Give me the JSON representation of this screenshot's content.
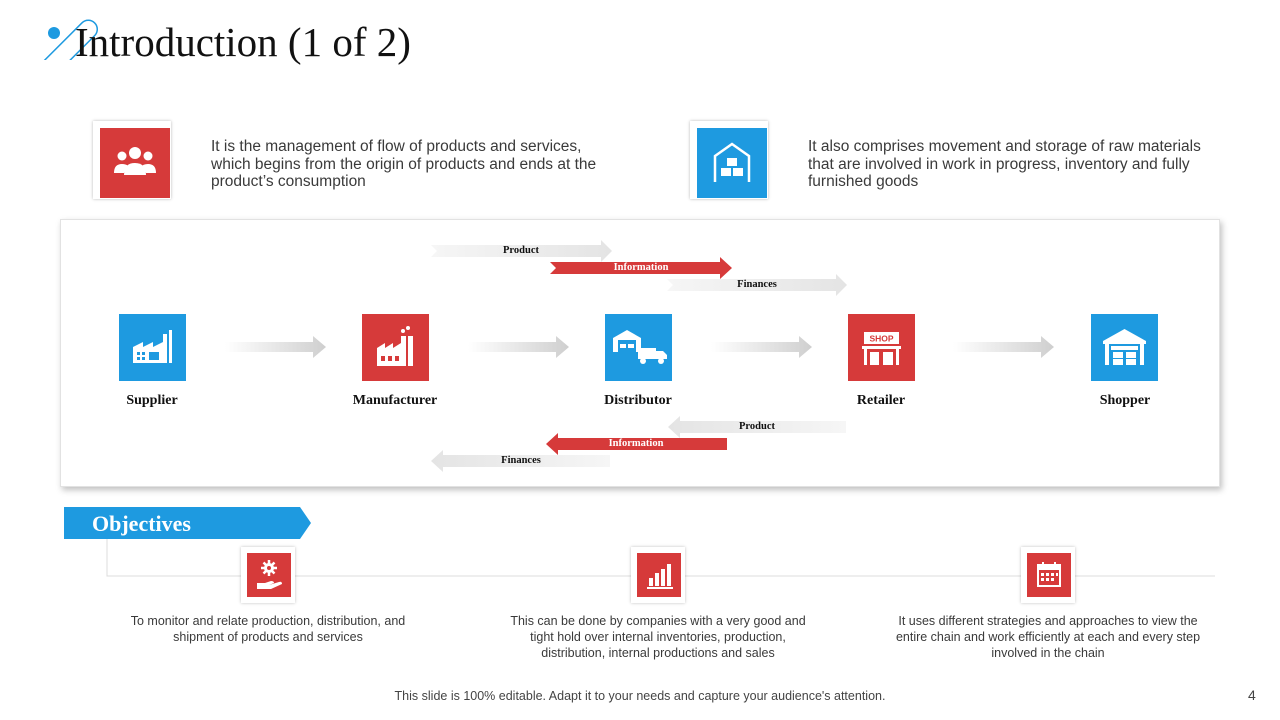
{
  "title": "Introduction (1 of 2)",
  "intro": [
    {
      "text": "It is the management of flow of products and services, which begins from the origin of products and ends at the product’s consumption",
      "icon": "people-group-icon",
      "color": "#d63a3a"
    },
    {
      "text": "It also comprises movement and storage of raw materials that are involved in work in progress, inventory and fully furnished goods",
      "icon": "warehouse-icon",
      "color": "#1e9ae0"
    }
  ],
  "chain": {
    "nodes": [
      {
        "label": "Supplier",
        "icon": "factory-icon"
      },
      {
        "label": "Manufacturer",
        "icon": "industry-icon"
      },
      {
        "label": "Distributor",
        "icon": "delivery-truck-icon"
      },
      {
        "label": "Retailer",
        "icon": "shop-icon",
        "sign": "SHOP"
      },
      {
        "label": "Shopper",
        "icon": "storage-house-icon"
      }
    ],
    "forward_flows": [
      "Product",
      "Information",
      "Finances"
    ],
    "backward_flows": [
      "Product",
      "Information",
      "Finances"
    ]
  },
  "objectives": {
    "heading": "Objectives",
    "items": [
      {
        "text": "To monitor and relate production, distribution, and shipment of products and services",
        "icon": "gear-hand-icon"
      },
      {
        "text": "This can be done by companies with a very good and tight hold over internal inventories, production, distribution, internal productions and sales",
        "icon": "bar-chart-icon"
      },
      {
        "text": "It uses different strategies and approaches to view the entire chain and work efficiently at each and every step involved  in the chain",
        "icon": "calendar-icon"
      }
    ]
  },
  "footer": "This slide is 100% editable. Adapt it to your needs and capture your audience's attention.",
  "page_number": "4",
  "colors": {
    "red": "#d63a3a",
    "blue": "#1e9ae0"
  }
}
